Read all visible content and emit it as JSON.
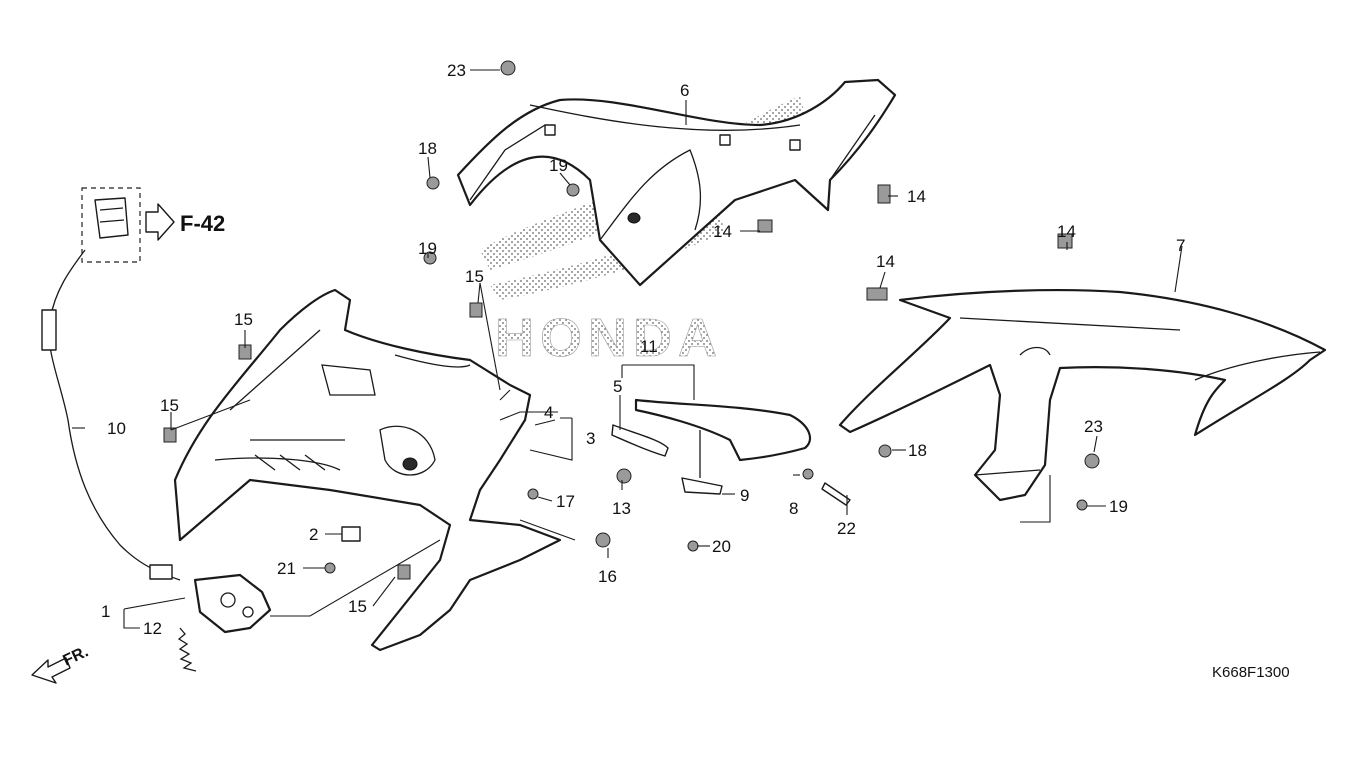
{
  "diagram": {
    "code": "K668F1300",
    "direction_label": "FR.",
    "reference": {
      "label": "F-42"
    },
    "watermark": "HONDA",
    "callouts": [
      "1",
      "2",
      "3",
      "4",
      "5",
      "6",
      "7",
      "8",
      "9",
      "10",
      "11",
      "12",
      "13",
      "14",
      "14",
      "14",
      "14",
      "15",
      "15",
      "15",
      "15",
      "15",
      "16",
      "17",
      "18",
      "18",
      "19",
      "19",
      "19",
      "20",
      "21",
      "22",
      "23",
      "23"
    ]
  }
}
